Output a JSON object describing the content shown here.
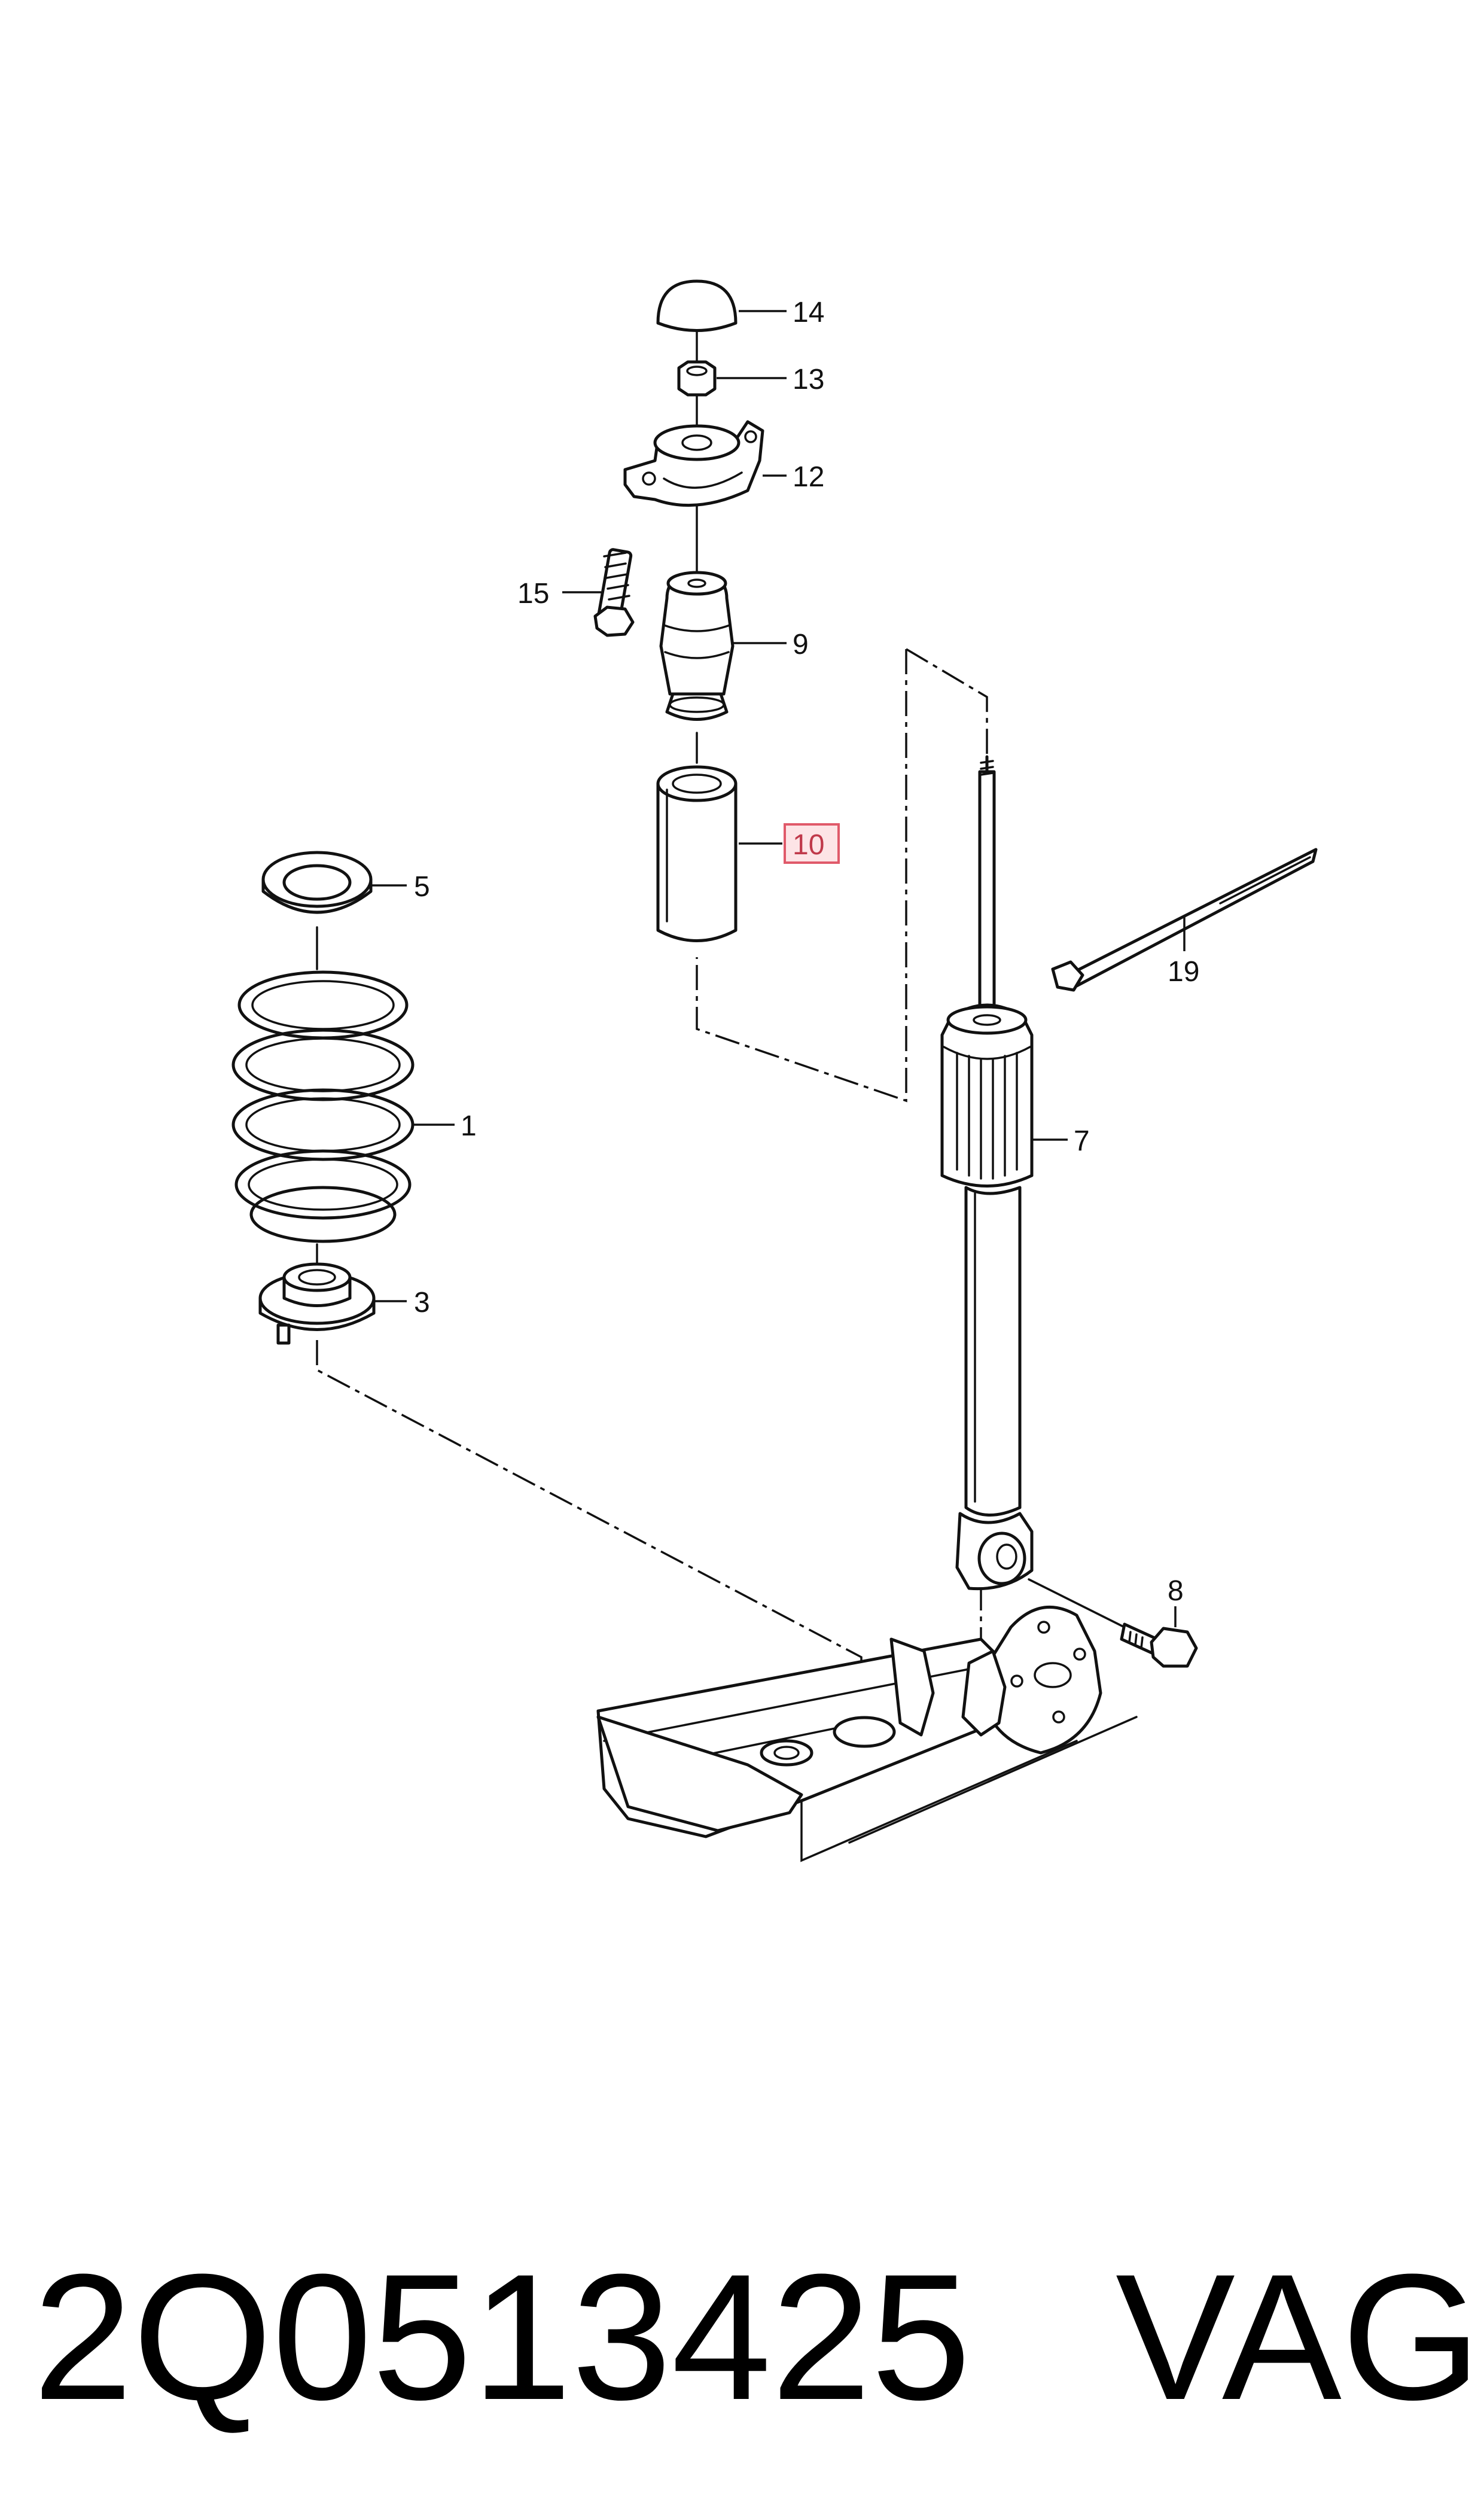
{
  "diagram": {
    "callouts": {
      "p14": "14",
      "p13": "13",
      "p12": "12",
      "p15": "15",
      "p9": "9",
      "p10": "10",
      "p5": "5",
      "p1": "1",
      "p3": "3",
      "p7": "7",
      "p19": "19",
      "p8": "8"
    },
    "highlighted_callout": "10",
    "highlight_color": "#e05a6a"
  },
  "footer": {
    "part_number": "2Q0513425",
    "brand": "VAG"
  }
}
